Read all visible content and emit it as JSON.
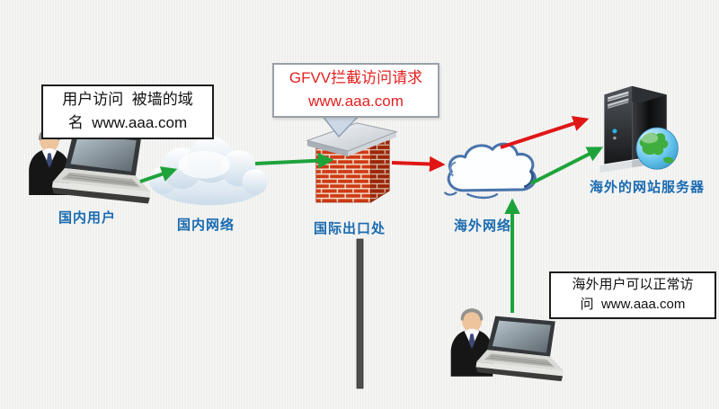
{
  "diagram": {
    "background_color": "#f2f2f1",
    "nodes": {
      "domestic_user": {
        "label": "国内用户",
        "icon": "person-with-laptop-icon"
      },
      "domestic_network": {
        "label": "国内网络",
        "icon": "soft-cloud-icon"
      },
      "international_gateway": {
        "label": "国际出口处",
        "icon": "firewall-brick-wall-icon"
      },
      "overseas_network": {
        "label": "海外网络",
        "icon": "sketch-cloud-icon"
      },
      "overseas_server": {
        "label": "海外的网站服务器",
        "icon": "server-tower-globe-icon"
      },
      "overseas_user": {
        "icon": "person-with-laptop-icon"
      }
    },
    "callouts": {
      "blocked_domain_request": {
        "line1": "用户访问  被墙的域",
        "line2": "名  www.aaa.com",
        "text_color": "#111111"
      },
      "gfw_intercept": {
        "line1": "GFVV拦截访问请求",
        "line2": "www.aaa.com",
        "text_color": "#e32020"
      },
      "overseas_user_access": {
        "line1": "海外用户可以正常访",
        "line2": "问  www.aaa.com",
        "text_color": "#111111"
      }
    },
    "flows": [
      {
        "from": "domestic_user",
        "to": "domestic_network",
        "color": "green"
      },
      {
        "from": "domestic_network",
        "to": "international_gateway",
        "color": "green"
      },
      {
        "from": "international_gateway",
        "to": "overseas_network",
        "color": "red"
      },
      {
        "from": "overseas_network",
        "to": "overseas_server",
        "color": "red"
      },
      {
        "from": "overseas_network",
        "to": "overseas_server",
        "color": "green"
      },
      {
        "from": "overseas_user",
        "to": "overseas_network",
        "color": "green"
      }
    ],
    "colors": {
      "label_blue": "#1a6bb0",
      "arrow_green": "#1ea33b",
      "arrow_red": "#e01616",
      "brick_red": "#cf3a12"
    }
  }
}
